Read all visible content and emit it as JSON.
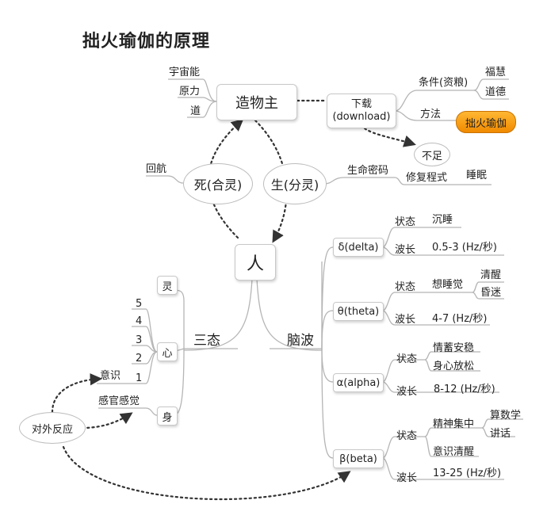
{
  "title": "拙火瑜伽的原理",
  "creator": {
    "label": "造物主",
    "attributes": [
      "宇宙能",
      "原力",
      "道"
    ]
  },
  "download": {
    "line1": "下载",
    "line2": "(download)",
    "condition": {
      "label": "条件(资粮)",
      "items": [
        "福慧",
        "道德"
      ]
    },
    "method": {
      "label": "方法",
      "item": "拙火瑜伽"
    }
  },
  "insufficient": "不足",
  "death": {
    "label": "死(合灵)",
    "side": "回航"
  },
  "birth": {
    "label": "生(分灵)",
    "code": "生命密码",
    "repair": "修复程式",
    "sleep": "睡眠"
  },
  "human": "人",
  "three_states": {
    "label": "三态",
    "spirit": "灵",
    "heart": {
      "label": "心",
      "levels": [
        "5",
        "4",
        "3",
        "2",
        "1"
      ],
      "awareness": "意识"
    },
    "body": {
      "label": "身",
      "senses": "感官感觉"
    }
  },
  "external": "对外反应",
  "brainwaves": {
    "label": "脑波",
    "delta": {
      "label": "δ(delta)",
      "state_label": "状态",
      "state": "沉睡",
      "freq_label": "波长",
      "freq": "0.5-3 (Hz/秒)"
    },
    "theta": {
      "label": "θ(theta)",
      "state_label": "状态",
      "state": "想睡觉",
      "substates": [
        "清醒",
        "昏迷"
      ],
      "freq_label": "波长",
      "freq": "4-7 (Hz/秒)"
    },
    "alpha": {
      "label": "α(alpha)",
      "state_label": "状态",
      "states": [
        "情蓄安稳",
        "身心放松"
      ],
      "freq_label": "波长",
      "freq": "8-12 (Hz/秒)"
    },
    "beta": {
      "label": "β(beta)",
      "state_label": "状态",
      "states": [
        "精神集中",
        "意识清醒"
      ],
      "substates": [
        "算数学",
        "讲话"
      ],
      "freq_label": "波长",
      "freq": "13-25 (Hz/秒)"
    }
  },
  "colors": {
    "line": "#b5b5b5",
    "arrow": "#333333",
    "highlight": "#f39a12"
  }
}
